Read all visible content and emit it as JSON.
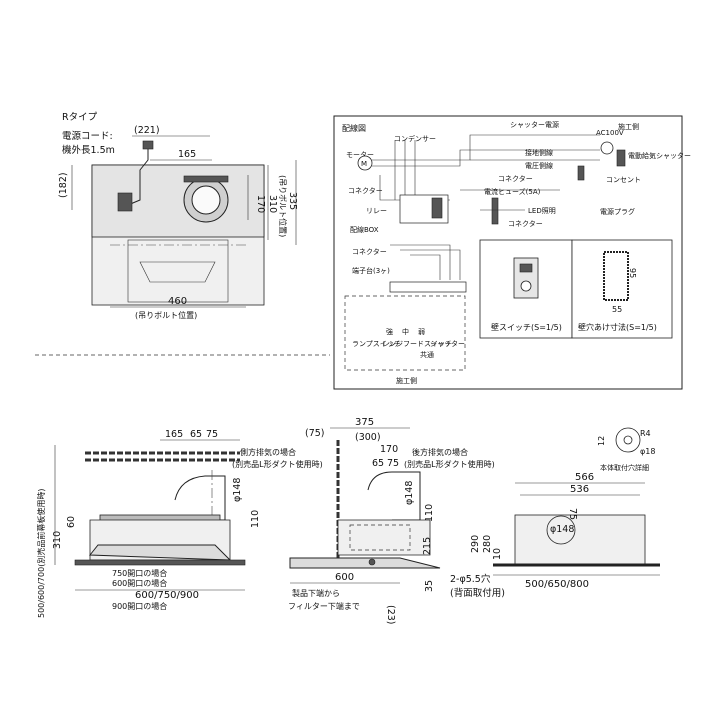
{
  "r_type": "Rタイプ",
  "power_cord": "電源コード:",
  "cord_length": "機外長1.5m",
  "dims_top": {
    "d221": "(221)",
    "d165": "165",
    "d182": "(182)",
    "d170": "170",
    "d310": "310",
    "d335": "335",
    "bolt_pos_v": "(吊りボルト位置)",
    "d460": "460",
    "bolt_pos_h": "(吊りボルト位置)"
  },
  "wiring": {
    "title": "配線図",
    "condenser": "コンデンサー",
    "shutter_power": "シャッター電源",
    "site_side": "施工側",
    "motor": "モーター",
    "motor_m": "M",
    "ground_wire": "接地側線",
    "voltage_wire": "電圧側線",
    "ac100v": "AC100V",
    "electric_shutter": "電動給気シャッター",
    "outlet": "コンセント",
    "power_plug": "電源プラグ",
    "connector": "コネクター",
    "current_fuse": "電流ヒューズ(5A)",
    "relay": "リレー",
    "wiring_box": "配線BOX",
    "led_light": "LED照明",
    "terminal_block": "端子台(3ヶ)",
    "speed_strong": "強",
    "speed_mid": "中",
    "speed_weak": "弱",
    "lamp_switch": "ランプスイッチ",
    "range_hood_switch": "レンジフードスイッチ",
    "shutter": "シャッター",
    "common": "共通",
    "wall_switch": "壁スイッチ(S=1/5)",
    "wall_hole": "壁穴あけ寸法(S=1/5)",
    "d95": "95",
    "d55": "55"
  },
  "front": {
    "d165": "165",
    "d65": "65",
    "d75": "75",
    "side_exhaust": "側方排気の場合",
    "l_duct": "(別売品L形ダクト使用時)",
    "d148": "φ148",
    "d110": "110",
    "d60": "60",
    "d310": "310",
    "front_panel": "500/600/700(別売品前幕板使用時)",
    "open600": "600開口の場合",
    "open750": "750開口の場合",
    "open900": "900開口の場合",
    "width": "600/750/900"
  },
  "side": {
    "d75": "(75)",
    "d375": "375",
    "d300": "(300)",
    "d170": "170",
    "d65": "65",
    "d75b": "75",
    "rear_exhaust": "後方排気の場合",
    "l_duct": "(別売品L形ダクト使用時)",
    "d148": "φ148",
    "d110": "110",
    "d215": "215",
    "d600": "600",
    "d23": "(23)",
    "d35": "35",
    "note1": "製品下端から",
    "note2": "フィルター下端まで"
  },
  "rear": {
    "d12": "12",
    "dR4": "R4",
    "d18": "φ18",
    "hole_detail": "本体取付穴詳細",
    "d566": "566",
    "d536": "536",
    "d75": "75",
    "d148": "φ148",
    "d290": "290",
    "d280": "280",
    "d10": "10",
    "hole_spec": "2-φ5.5穴",
    "hole_note": "(背面取付用)",
    "width": "500/650/800"
  }
}
